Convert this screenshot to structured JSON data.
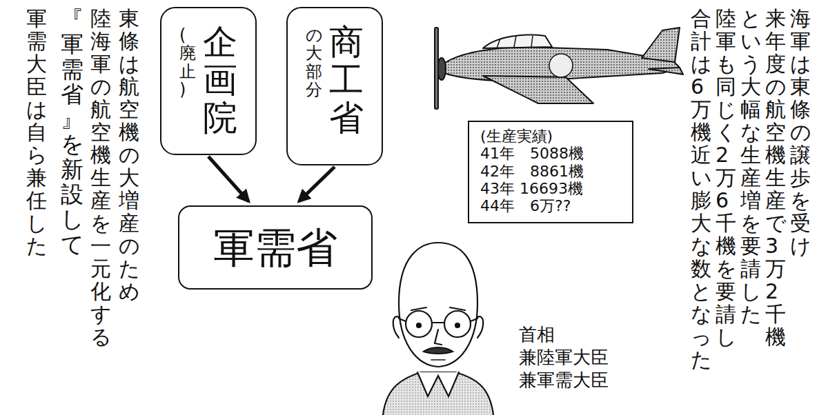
{
  "diagram": {
    "nodes": [
      {
        "text": [
          "商工省",
          "の大部分"
        ]
      },
      {
        "text": [
          "企画院",
          "(廃止)"
        ]
      },
      {
        "text": [
          "軍需省"
        ]
      },
      {
        "text": [
          "(生産実績)",
          "41年　5088機",
          "42年　8861機",
          "43年 16693機",
          "44年　6万??"
        ]
      }
    ],
    "edges": [
      {
        "from": 0,
        "to": 2,
        "arrow": "to"
      },
      {
        "from": 1,
        "to": 2,
        "arrow": "to"
      }
    ],
    "labels": [
      "海軍は東條の譲歩を受け",
      "来年度の航空機生産で3万2千機",
      "という大幅な生産増を要請した",
      "陸軍も同じく2万6千機を要請し",
      "合計は6万機近い膨大な数となった",
      "首相",
      "兼陸軍大臣",
      "兼軍需大臣",
      "東條は航空機の大増産のため",
      "陸海軍の航空機生産を一元化する",
      "『軍需省』を新設して",
      "軍需大臣は自ら兼任した"
    ]
  }
}
